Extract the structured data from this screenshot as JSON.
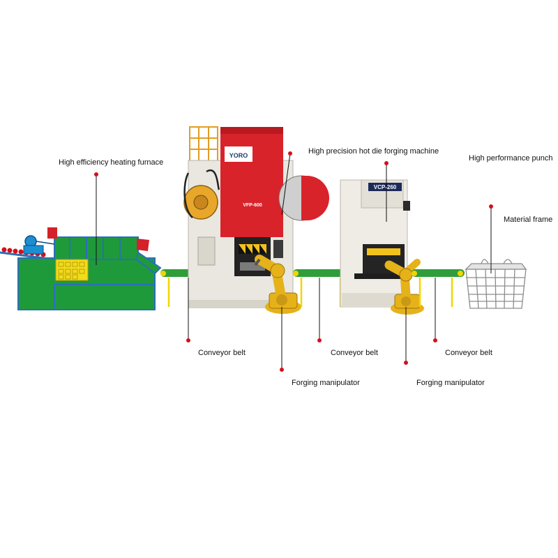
{
  "labels": {
    "furnace": "High efficiency heating furnace",
    "forging_machine": "High precision hot die forging machine",
    "punch": "High performance punch",
    "material_frame": "Material frame",
    "conveyor_1": "Conveyor belt",
    "conveyor_2": "Conveyor belt",
    "conveyor_3": "Conveyor belt",
    "manipulator_1": "Forging manipulator",
    "manipulator_2": "Forging manipulator"
  },
  "machine_plates": {
    "forging_brand": "YORO",
    "forging_model": "VFP-600",
    "punch_model": "VCP-260"
  },
  "colors": {
    "furnace_green": "#1f9a3a",
    "furnace_outline": "#2a6fb8",
    "conveyor_green": "#2f9e3a",
    "callout_dot": "#d4101c",
    "press_red": "#d8232a",
    "robot_yellow": "#e6b21a",
    "machine_white": "#e9e7df"
  },
  "icons": [
    "callout-dot",
    "robot-arm",
    "wire-basket"
  ]
}
